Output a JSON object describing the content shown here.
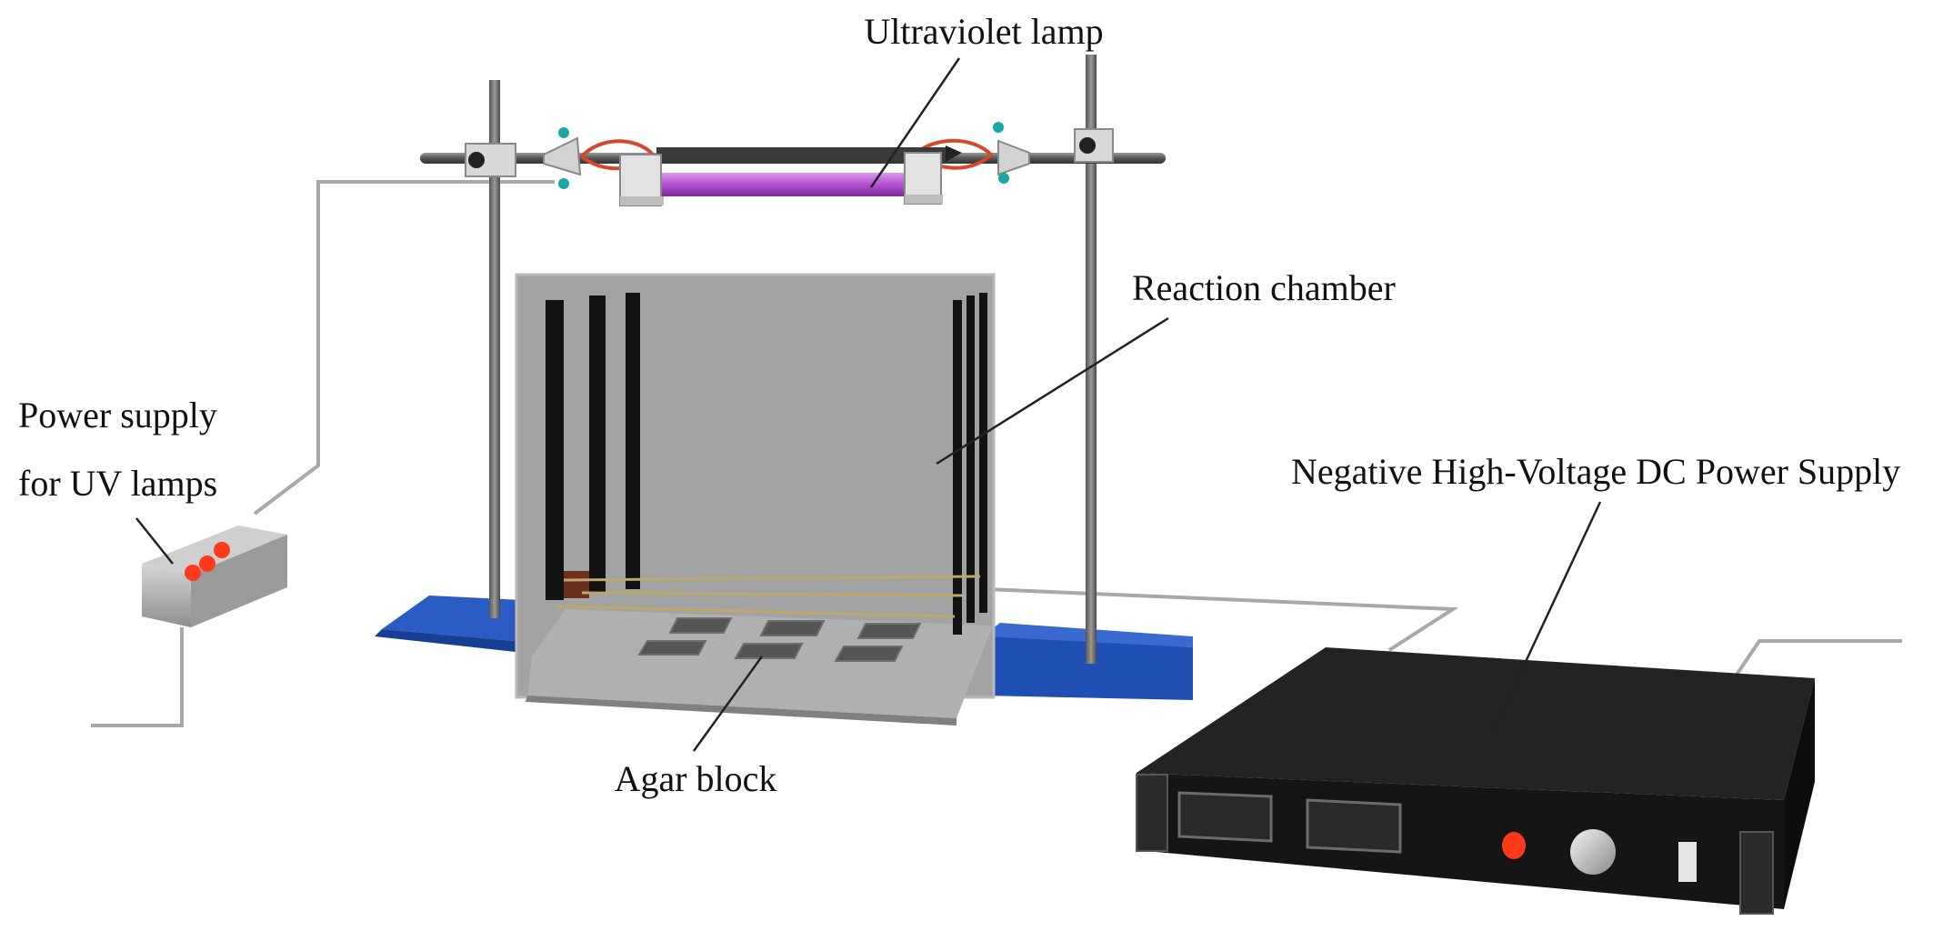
{
  "labels": {
    "uv_lamp": "Ultraviolet lamp",
    "reaction_chamber": "Reaction chamber",
    "power_supply_uv_line1": "Power supply",
    "power_supply_uv_line2": "for UV lamps",
    "hv_power_supply": "Negative High-Voltage DC Power Supply",
    "agar_block": "Agar block"
  },
  "colors": {
    "background": "#ffffff",
    "stand_base": "#1f4fb3",
    "uv_tube": "#b34fd1",
    "chamber_glass": "#9a9a9a",
    "chamber_floor": "#a6a6a6",
    "hv_case": "#1e1e1e",
    "indicator": "#ff3a1a",
    "wire": "#a8a8a8"
  }
}
